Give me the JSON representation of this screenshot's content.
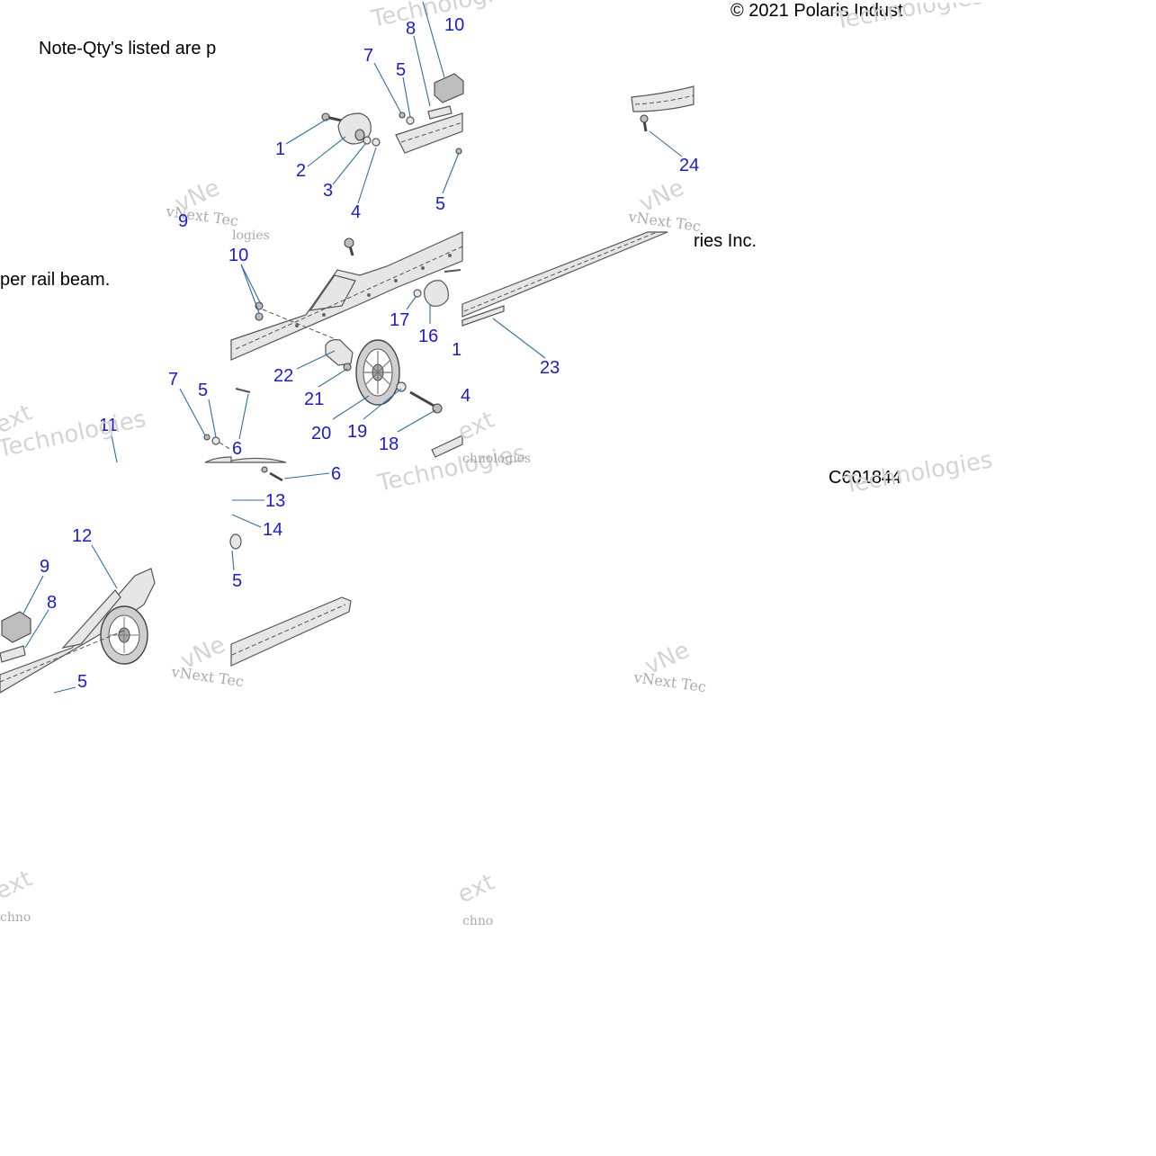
{
  "header": {
    "copyright": "© 2021 Polaris Indust",
    "copyright_cont": "ries Inc.",
    "note_line1": "Note-Qty's listed are p",
    "note_line2": "per rail beam.",
    "diagram_code": "C601844"
  },
  "watermarks": {
    "brand_a": "vNext Tec",
    "brand_b": "Technologies",
    "brand_c": "ext",
    "brand_d": "chnologies",
    "brand_e": "vNe",
    "brand_f": "logies",
    "brand_g": "chno",
    "brand_h": "ext"
  },
  "callouts": {
    "c1": "1",
    "c2": "2",
    "c3": "3",
    "c4": "4",
    "c5": "5",
    "c7": "7",
    "c8": "8",
    "c10": "10",
    "c5b": "5",
    "c24": "24",
    "c9": "9",
    "c10b": "10",
    "c17": "17",
    "c16": "16",
    "c22": "22",
    "c21": "21",
    "c20": "20",
    "c19": "19",
    "c18": "18",
    "c1b": "1",
    "c4b": "4",
    "c23": "23",
    "c7b": "7",
    "c5c": "5",
    "c6": "6",
    "c11": "11",
    "c6b": "6",
    "c13": "13",
    "c14": "14",
    "c5d": "5",
    "c12": "12",
    "c9b": "9",
    "c8b": "8",
    "c5e": "5"
  }
}
